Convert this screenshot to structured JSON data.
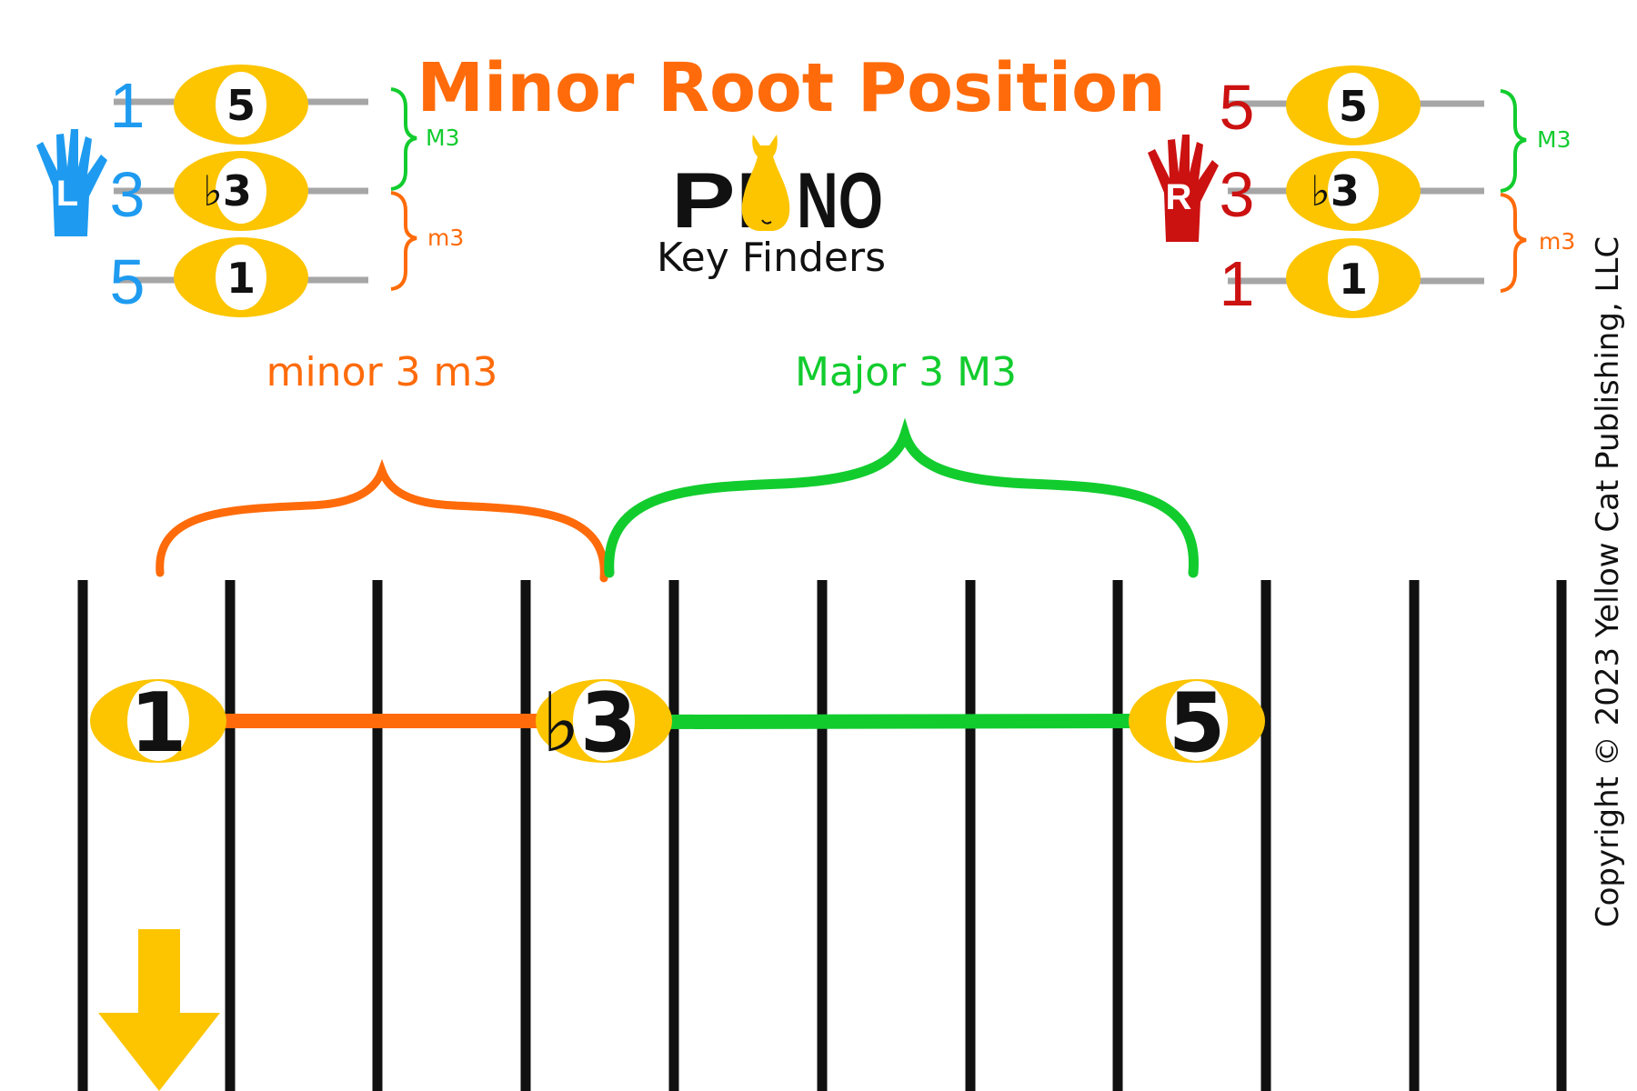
{
  "title": "Minor Root Position",
  "logo": {
    "top": "PIANO",
    "piano_left": "PI",
    "piano_right": "NO",
    "sub": "Key Finders"
  },
  "left_hand": {
    "hand_label": "L",
    "fingers": [
      "1",
      "3",
      "5"
    ],
    "notes": [
      "5",
      "♭3",
      "1"
    ],
    "upper_interval": "M3",
    "lower_interval": "m3"
  },
  "right_hand": {
    "hand_label": "R",
    "fingers": [
      "5",
      "3",
      "1"
    ],
    "notes": [
      "5",
      "♭3",
      "1"
    ],
    "upper_interval": "M3",
    "lower_interval": "m3"
  },
  "intervals": {
    "minor_label": "minor 3 m3",
    "major_label": "Major 3 M3"
  },
  "keyboard_notes": {
    "root": "1",
    "third": "♭3",
    "fifth": "5"
  },
  "copyright": "Copyright © 2023 Yellow Cat Publishing, LLC",
  "colors": {
    "orange": "#FF6B0A",
    "green": "#12CC2E",
    "yellow": "#FCC500",
    "blue": "#1E9BF0",
    "red": "#CC1111",
    "gray": "#A6A6A6",
    "black": "#111111"
  },
  "icons": [
    "left-hand-icon",
    "right-hand-icon",
    "cat-logo-icon",
    "down-arrow-icon"
  ]
}
